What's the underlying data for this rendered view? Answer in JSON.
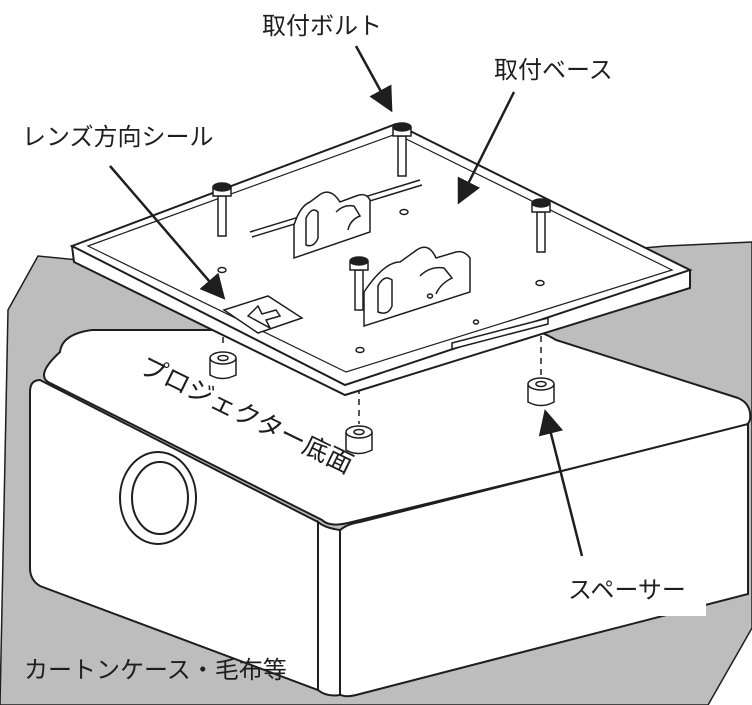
{
  "labels": {
    "mounting_bolt": "取付ボルト",
    "mounting_base": "取付ベース",
    "lens_direction_seal": "レンズ方向シール",
    "projector_bottom": "プロジェクター底面",
    "spacer": "スペーサー",
    "surface": "カートンケース・毛布等"
  },
  "colors": {
    "line": "#1e1e1e",
    "surface_gray": "#bdbdbd",
    "fill_white": "#ffffff",
    "callout_bg": "#ffffff"
  }
}
